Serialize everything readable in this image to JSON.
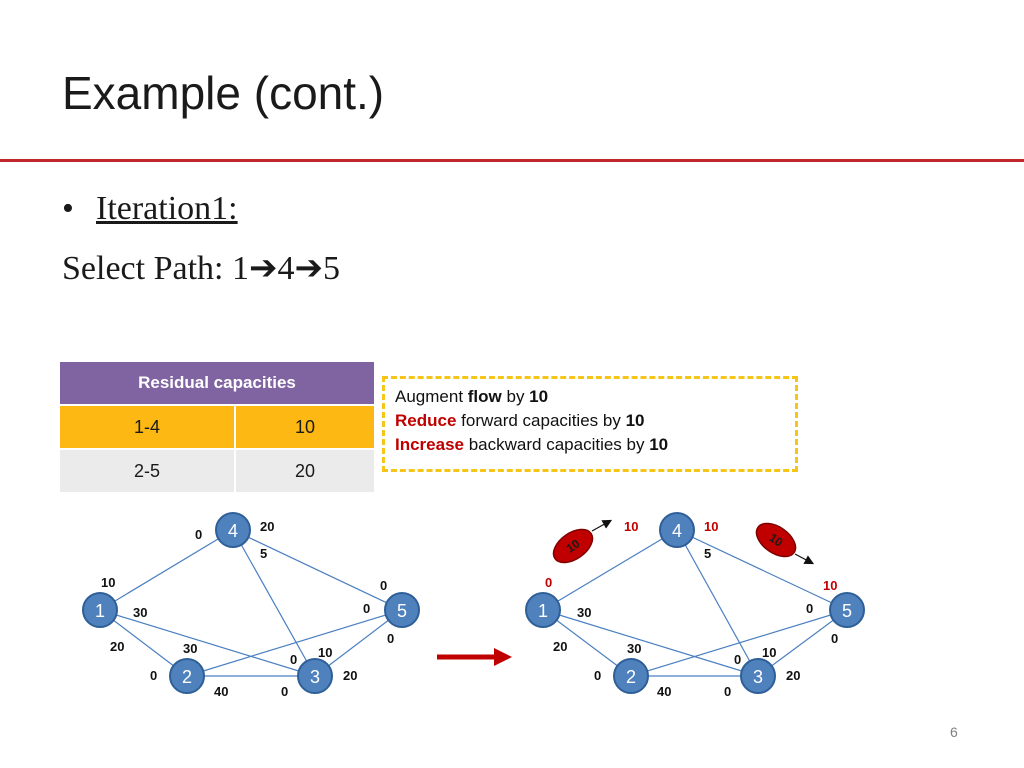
{
  "slide": {
    "title": "Example (cont.)",
    "bullet": "•",
    "iteration_label": "Iteration1:",
    "path_text": "Select Path: 1➔4➔5",
    "page_number": "6"
  },
  "table": {
    "header": "Residual  capacities",
    "rows": [
      {
        "edge": "1-4",
        "value": "10"
      },
      {
        "edge": "2-5",
        "value": "20"
      }
    ]
  },
  "note": {
    "line1": {
      "prefix": "Augment ",
      "bold": "flow",
      "mid": " by ",
      "value": "10"
    },
    "line2": {
      "red": "Reduce",
      "mid": " forward capacities by ",
      "value": "10"
    },
    "line3": {
      "red": "Increase",
      "mid": " backward capacities by ",
      "value": "10"
    }
  },
  "graph_left": {
    "nodes": [
      "1",
      "2",
      "3",
      "4",
      "5"
    ],
    "labels": [
      "0",
      "20",
      "5",
      "10",
      "0",
      "0",
      "30",
      "0",
      "20",
      "30",
      "0",
      "10",
      "0",
      "20",
      "40",
      "0"
    ]
  },
  "graph_right": {
    "nodes": [
      "1",
      "2",
      "3",
      "4",
      "5"
    ],
    "labels": [
      "10",
      "10",
      "5",
      "0",
      "10",
      "0",
      "30",
      "0",
      "20",
      "30",
      "0",
      "10",
      "0",
      "20",
      "40",
      "0"
    ],
    "bubbles": [
      "10",
      "10"
    ]
  },
  "colors": {
    "accent_rule": "#c0272d",
    "node_fill": "#4f81bd",
    "edge": "#4a7fc1",
    "table_header": "#8064a2",
    "table_row1": "#fdb813",
    "table_row2": "#ebebeb",
    "note_border": "#f5c518",
    "emphasis_red": "#c00000",
    "arrow": "#c00000"
  }
}
